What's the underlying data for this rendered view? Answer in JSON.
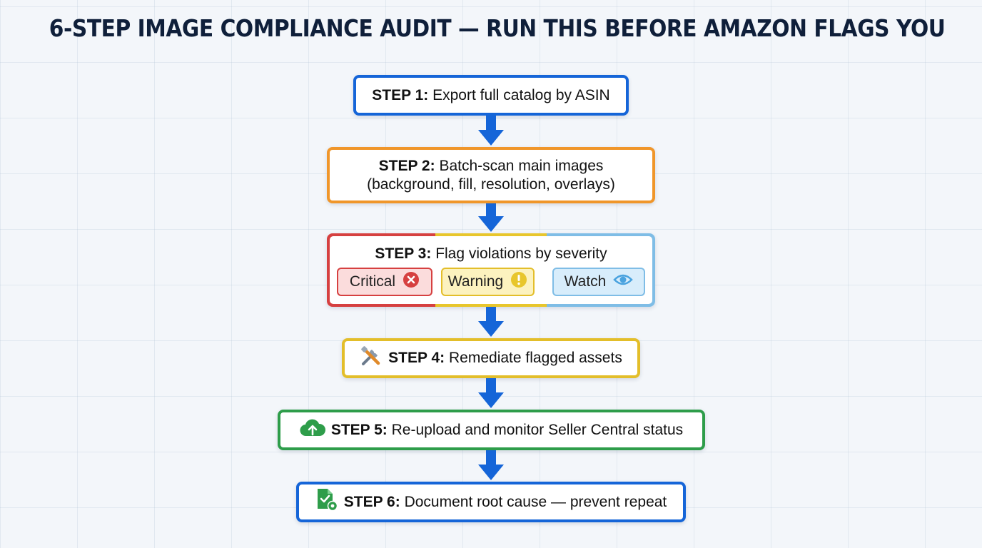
{
  "title": "6-STEP IMAGE COMPLIANCE AUDIT — RUN THIS BEFORE AMAZON FLAGS YOU",
  "steps": [
    {
      "label": "STEP 1:",
      "text": "Export full catalog by ASIN",
      "color": "#1565d8"
    },
    {
      "label": "STEP 2:",
      "text": "Batch-scan main images",
      "text2": "(background, fill, resolution, overlays)",
      "color": "#f0962a"
    },
    {
      "label": "STEP 3:",
      "text": "Flag violations by severity"
    },
    {
      "label": "STEP 4:",
      "text": "Remediate flagged assets",
      "icon": "tools-icon",
      "color": "#e3be2a"
    },
    {
      "label": "STEP 5:",
      "text": "Re-upload and monitor Seller Central status",
      "icon": "cloud-upload-icon",
      "color": "#2e9d4a"
    },
    {
      "label": "STEP 6:",
      "text": "Document root cause — prevent repeat",
      "icon": "document-check-icon",
      "color": "#1565d8"
    }
  ],
  "severity": [
    {
      "label": "Critical",
      "icon": "x-circle-icon",
      "color": "#d64040"
    },
    {
      "label": "Warning",
      "icon": "exclamation-circle-icon",
      "color": "#e3be2a"
    },
    {
      "label": "Watch",
      "icon": "eye-icon",
      "color": "#7fbde6"
    }
  ],
  "arrow_color": "#1565d8"
}
